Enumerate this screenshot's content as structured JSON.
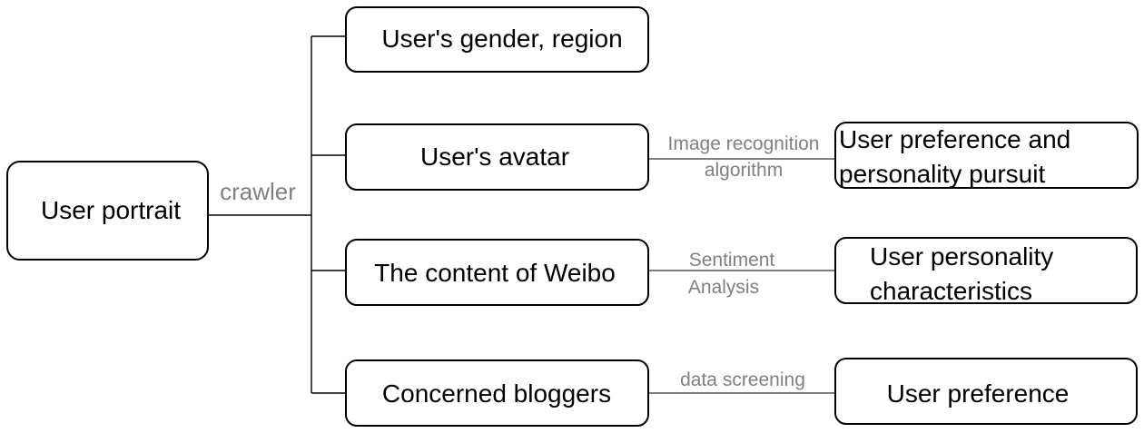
{
  "diagram": {
    "root": {
      "label": "User portrait"
    },
    "trunk_label": "crawler",
    "branches": [
      {
        "label": "User's gender, region"
      },
      {
        "label": "User's avatar"
      },
      {
        "label": "The content of Weibo"
      },
      {
        "label": "Concerned bloggers"
      }
    ],
    "edges": [
      {
        "label_line1": "Image recognition",
        "label_line2": "algorithm"
      },
      {
        "label_line1": "Sentiment",
        "label_line2": "Analysis"
      },
      {
        "label": "data screening"
      }
    ],
    "outcomes": [
      {
        "line1": "User preference and",
        "line2": "personality pursuit"
      },
      {
        "line1": "User personality",
        "line2": "characteristics"
      },
      {
        "label": "User preference"
      }
    ]
  }
}
